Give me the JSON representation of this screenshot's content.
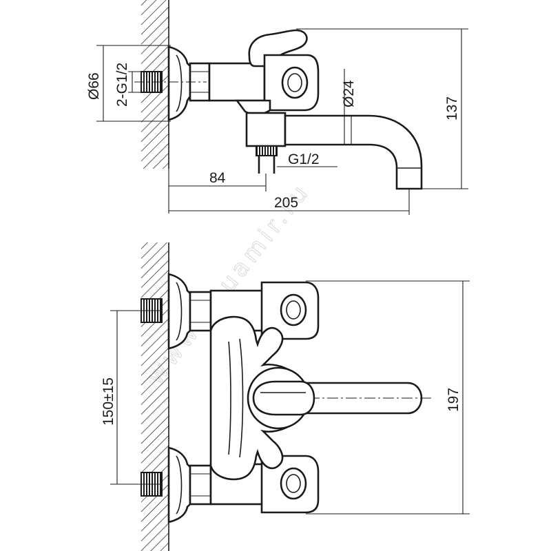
{
  "watermark": "www.aquamir.ru",
  "side_view": {
    "dims": {
      "body_diameter": "Ø66",
      "inlet_thread": "2-G1/2",
      "spout_diameter": "Ø24",
      "outlet_thread": "G1/2",
      "height": "137",
      "outlet_offset": "84",
      "total_length": "205"
    }
  },
  "front_view": {
    "dims": {
      "inlet_spacing": "150±15",
      "overall_width": "197"
    }
  }
}
